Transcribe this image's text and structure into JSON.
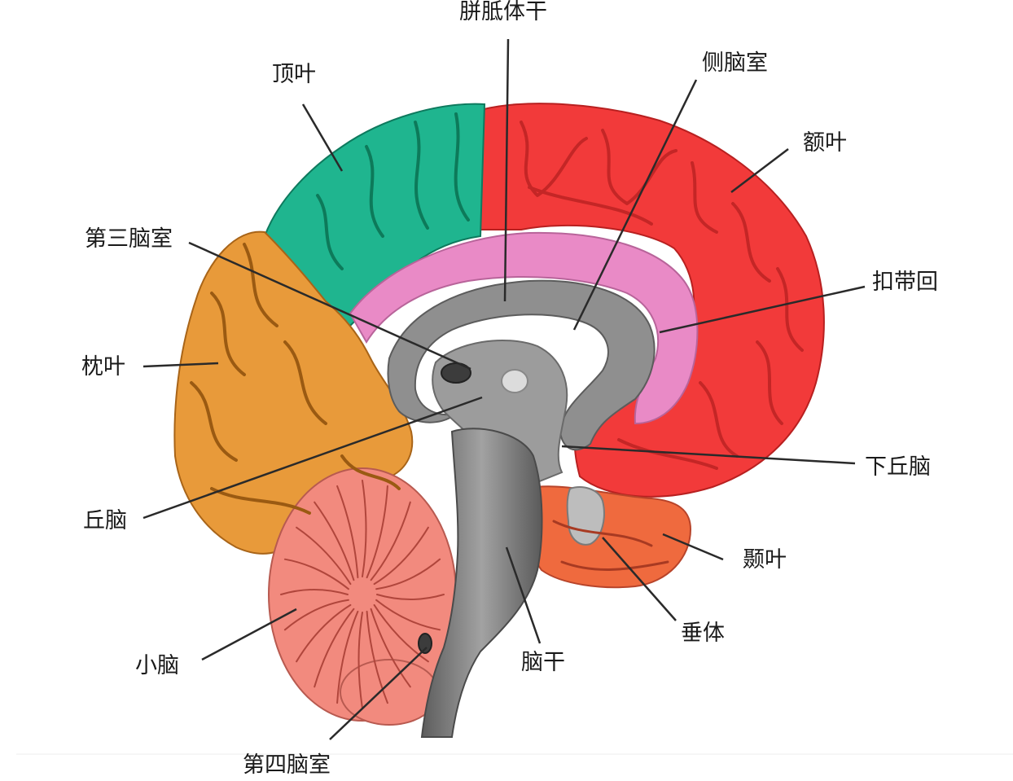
{
  "labels": {
    "corpus_callosum": "胼胝体干",
    "parietal_lobe": "顶叶",
    "lateral_ventricle": "侧脑室",
    "frontal_lobe": "额叶",
    "third_ventricle": "第三脑室",
    "cingulate_gyrus": "扣带回",
    "occipital_lobe": "枕叶",
    "hypothalamus": "下丘脑",
    "thalamus": "丘脑",
    "temporal_lobe": "颞叶",
    "pituitary": "垂体",
    "cerebellum": "小脑",
    "brainstem": "脑干",
    "fourth_ventricle": "第四脑室"
  },
  "colors": {
    "frontal": "#f23a3a",
    "parietal": "#1fb58f",
    "occipital": "#e89a3a",
    "temporal": "#ef6a3e",
    "cingulate": "#e98ac6",
    "cerebellum": "#f28a7e",
    "brainstem": "#8a8a8a",
    "leader_line": "#2a2a2a"
  }
}
